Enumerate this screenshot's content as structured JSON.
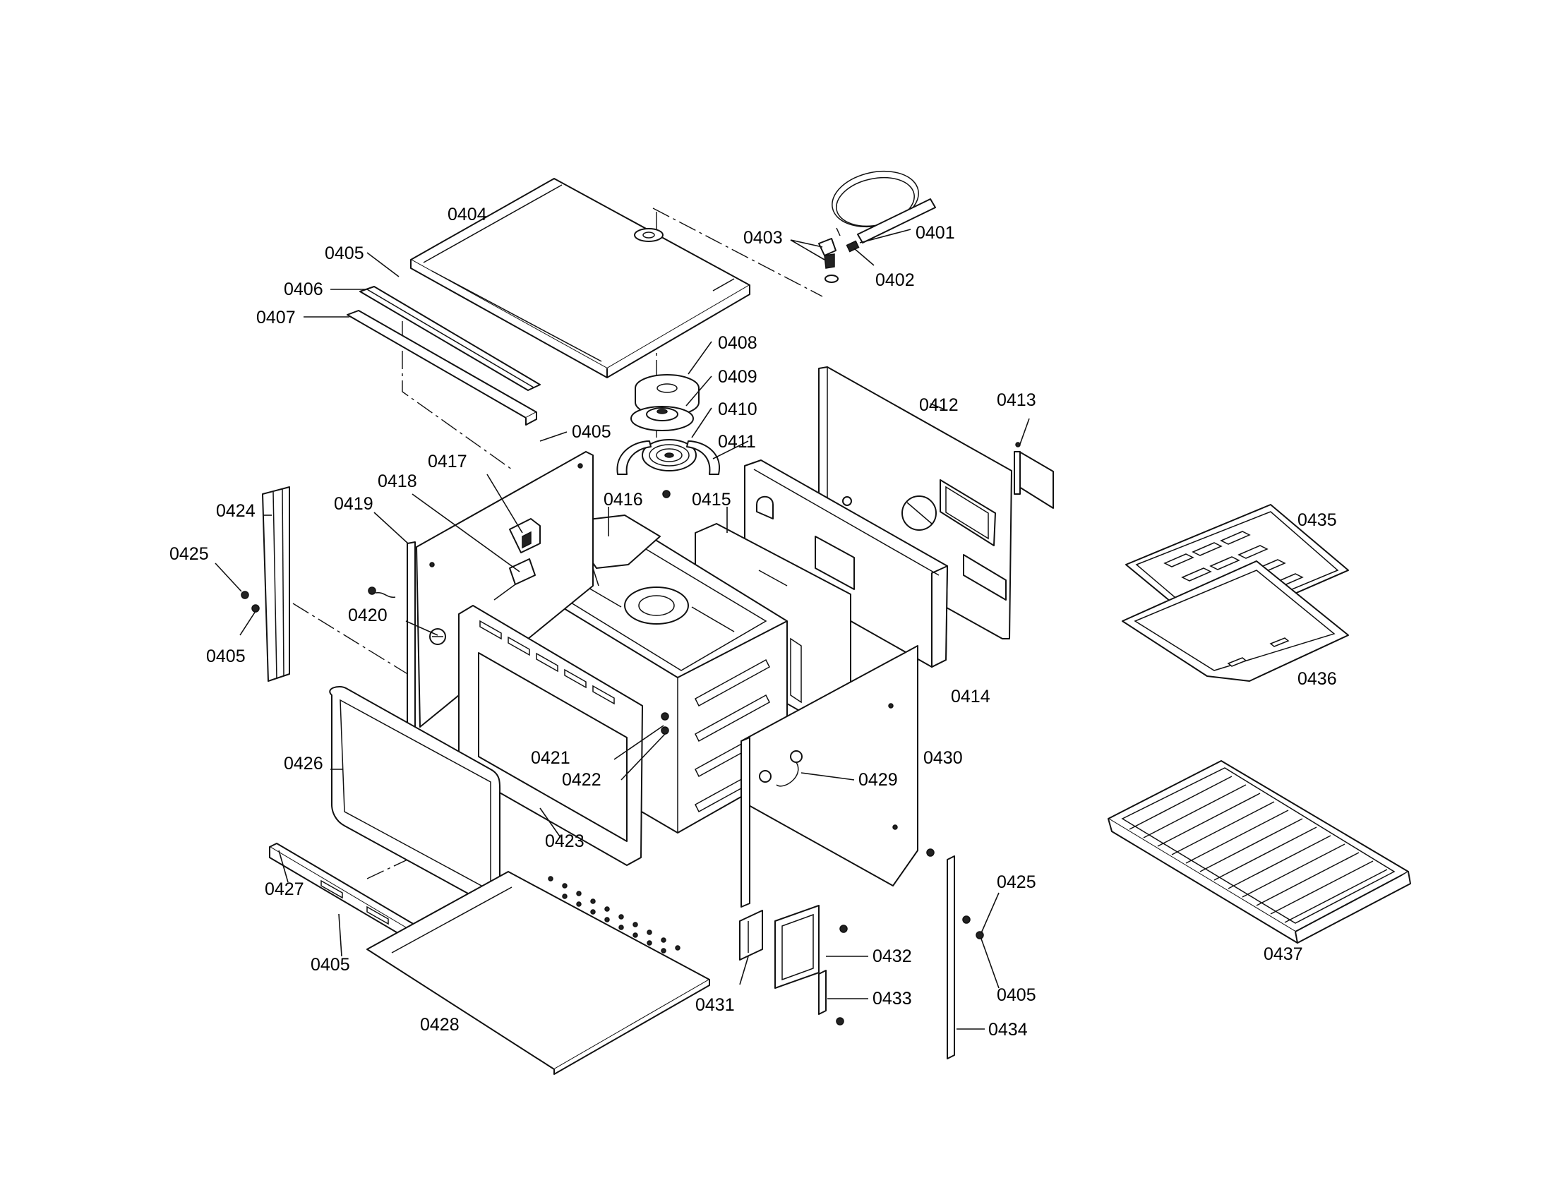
{
  "callouts": {
    "c0401": "0401",
    "c0402": "0402",
    "c0403": "0403",
    "c0404": "0404",
    "c0405": "0405",
    "c0406": "0406",
    "c0407": "0407",
    "c0408": "0408",
    "c0409": "0409",
    "c0410": "0410",
    "c0411": "0411",
    "c0412": "0412",
    "c0413": "0413",
    "c0414": "0414",
    "c0415": "0415",
    "c0416": "0416",
    "c0417": "0417",
    "c0418": "0418",
    "c0419": "0419",
    "c0420": "0420",
    "c0421": "0421",
    "c0422": "0422",
    "c0423": "0423",
    "c0424": "0424",
    "c0425": "0425",
    "c0426": "0426",
    "c0427": "0427",
    "c0428": "0428",
    "c0429": "0429",
    "c0430": "0430",
    "c0431": "0431",
    "c0432": "0432",
    "c0433": "0433",
    "c0434": "0434",
    "c0435": "0435",
    "c0436": "0436",
    "c0437": "0437"
  }
}
